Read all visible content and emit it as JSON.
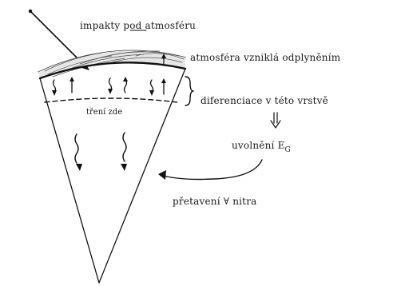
{
  "diagram": {
    "labels": {
      "impacts": "impakty pod atmosféru",
      "atmosphere": "atmosféra vzniklá odplyněním",
      "differentiation": "diferenciace v této vrstvě",
      "friction": "tření zde",
      "energy_release_prefix": "uvolnění E",
      "energy_release_sub": "G",
      "remelting": "přetavení ∀ nitra"
    }
  }
}
